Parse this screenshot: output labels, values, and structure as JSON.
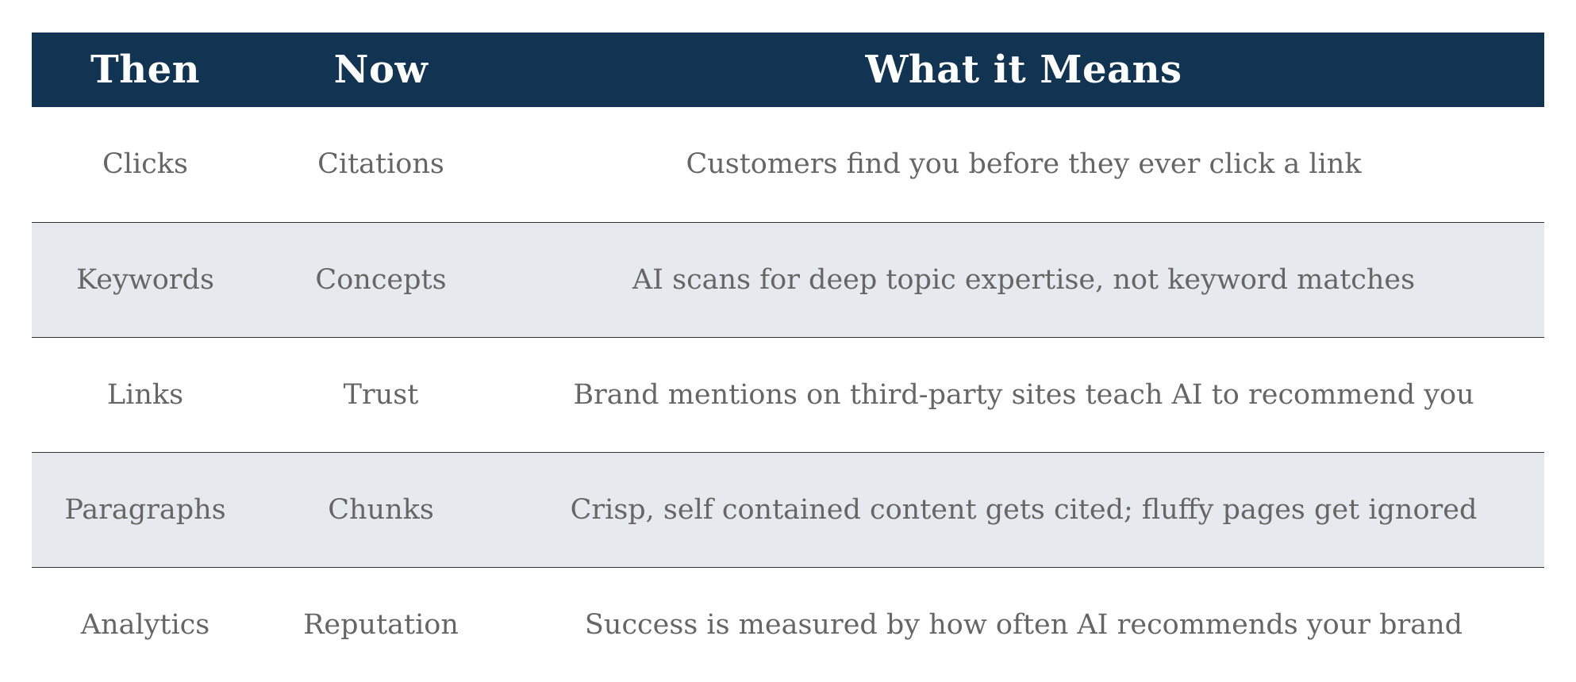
{
  "table": {
    "headers": {
      "then": "Then",
      "now": "Now",
      "meaning": "What it Means"
    },
    "rows": [
      {
        "then": "Clicks",
        "now": "Citations",
        "meaning": "Customers find you before they ever click a link"
      },
      {
        "then": "Keywords",
        "now": "Concepts",
        "meaning": "AI scans for deep topic expertise, not keyword matches"
      },
      {
        "then": "Links",
        "now": "Trust",
        "meaning": "Brand mentions on third-party sites teach AI to recommend you"
      },
      {
        "then": "Paragraphs",
        "now": "Chunks",
        "meaning": "Crisp, self contained content gets cited; fluffy pages get ignored"
      },
      {
        "then": "Analytics",
        "now": "Reputation",
        "meaning": "Success is measured by how often AI recommends your brand"
      }
    ]
  },
  "colors": {
    "header_background": "#113453",
    "header_text": "#ffffff",
    "alt_row_background": "#e6e9ed",
    "body_text": "#666666",
    "row_divider": "#333333"
  }
}
